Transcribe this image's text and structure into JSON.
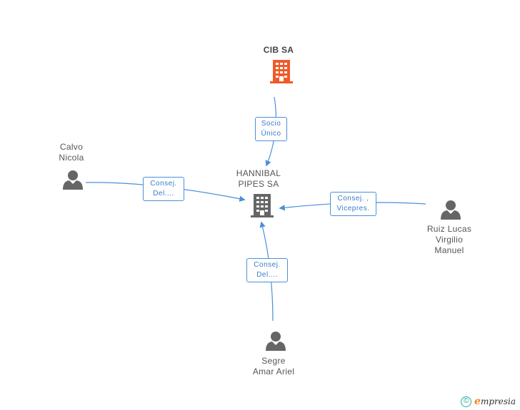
{
  "nodes": {
    "cib": {
      "label": "CIB SA",
      "type": "company",
      "color": "#f05a28"
    },
    "hannibal": {
      "label_line1": "HANNIBAL",
      "label_line2": "PIPES SA",
      "type": "company",
      "color": "#666666"
    },
    "calvo": {
      "label_line1": "Calvo",
      "label_line2": "Nicola",
      "type": "person",
      "color": "#666666"
    },
    "ruiz": {
      "label_line1": "Ruiz Lucas",
      "label_line2": "Virgilio",
      "label_line3": "Manuel",
      "type": "person",
      "color": "#666666"
    },
    "segre": {
      "label_line1": "Segre",
      "label_line2": "Amar Ariel",
      "type": "person",
      "color": "#666666"
    }
  },
  "relations": {
    "cib_hannibal": {
      "line1": "Socio",
      "line2": "Único"
    },
    "calvo_hannibal": {
      "line1": "Consej.",
      "line2": "Del...."
    },
    "ruiz_hannibal": {
      "line1": "Consej. ,",
      "line2": "Vicepres."
    },
    "segre_hannibal": {
      "line1": "Consej.",
      "line2": "Del...."
    }
  },
  "colors": {
    "edge": "#4a90d9",
    "accent": "#f05a28",
    "footer": "#2aa7a0"
  },
  "footer": {
    "copyright_symbol": "©",
    "brand_initial": "e",
    "brand_rest": "mpresia"
  }
}
